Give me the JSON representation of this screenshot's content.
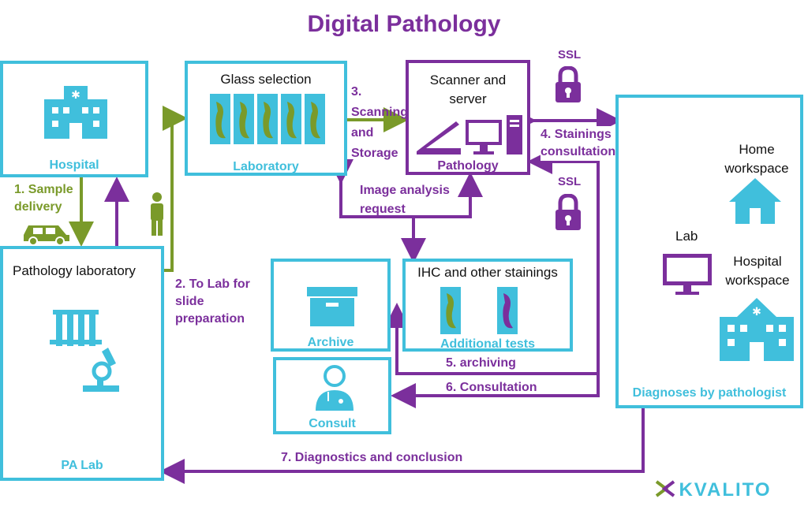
{
  "title": "Digital Pathology",
  "nodes": {
    "hospital": {
      "label": "Hospital"
    },
    "glass": {
      "heading": "Glass selection",
      "label": "Laboratory"
    },
    "scanner": {
      "heading": "Scanner and server",
      "label": "Pathology"
    },
    "pa_lab": {
      "heading": "Pathology laboratory",
      "label": "PA Lab"
    },
    "archive": {
      "label": "Archive"
    },
    "ihc": {
      "heading": "IHC and other stainings",
      "label": "Additional tests"
    },
    "consult": {
      "label": "Consult"
    },
    "diagnoses": {
      "label": "Diagnoses by pathologist",
      "home": "Home workspace",
      "lab": "Lab",
      "hospital": "Hospital workspace"
    }
  },
  "steps": {
    "s1": "1. Sample delivery",
    "s2": "2. To Lab for slide preparation",
    "s3": "3. Scanning and Storage",
    "s4": "4. Stainings consultation",
    "s5": "5. archiving",
    "s6": "6. Consultation",
    "s7": "7. Diagnostics and conclusion",
    "image_analysis": "Image analysis request"
  },
  "ssl": [
    "SSL",
    "SSL"
  ],
  "logo": "KVALITO",
  "colors": {
    "cyan": "#40bfdc",
    "purple": "#7b2f9c",
    "green": "#7a9a2a"
  }
}
